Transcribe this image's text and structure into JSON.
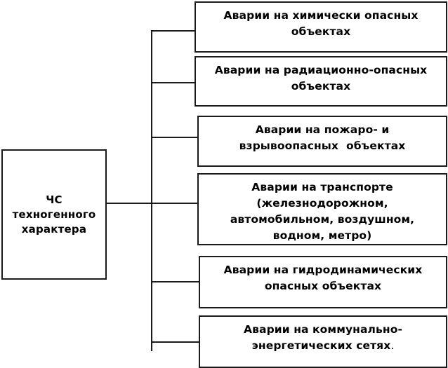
{
  "diagram": {
    "type": "tree",
    "orientation": "left-to-right",
    "root": {
      "id": "chs-tehnogennogo-haraktera",
      "label": "ЧС\nтехногенного\nхарактера"
    },
    "children": [
      {
        "id": "chemical",
        "index": 1,
        "label": "Аварии на химически опасных\nобъектах"
      },
      {
        "id": "radiation",
        "index": 2,
        "label": "Аварии на радиационно-опасных\nобъектах"
      },
      {
        "id": "fire-explosion",
        "index": 3,
        "label": "Аварии на пожаро- и\nвзрывоопасных  объектах"
      },
      {
        "id": "transport",
        "index": 4,
        "label": "Аварии на транспорте\n(железнодорожном,\nавтомобильном, воздушном,\nводном, метро)"
      },
      {
        "id": "hydrodynamic",
        "index": 5,
        "label": "Аварии на гидродинамических\nопасных объектах"
      },
      {
        "id": "utility-energy",
        "index": 6,
        "label": "Аварии на коммунально-\nэнергетических сетях",
        "trailing_punctuation": "."
      }
    ]
  },
  "style": {
    "line_color": "#1b1b1b",
    "box_border_color": "#1b1b1b",
    "box_fill": "#ffffff",
    "text_color": "#000000",
    "page_background": "#ffffff"
  }
}
